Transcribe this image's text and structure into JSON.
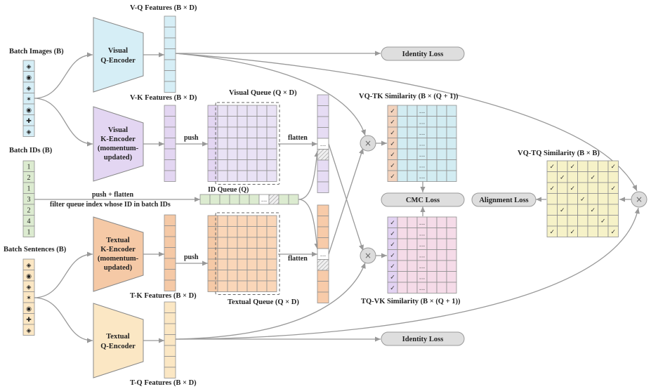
{
  "labels": {
    "vq_features": "V-Q Features (B × D)",
    "vk_features": "V-K Features (B × D)",
    "tk_features": "T-K Features (B × D)",
    "tq_features": "T-Q Features (B × D)",
    "batch_images": "Batch Images (B)",
    "batch_ids": "Batch IDs (B)",
    "batch_sentences": "Batch Sentences (B)",
    "visual_queue": "Visual Queue (Q × D)",
    "textual_queue": "Textual Queue (Q × D)",
    "id_queue": "ID Queue (Q)",
    "push_top": "push",
    "push_bottom": "push",
    "flatten_top": "flatten",
    "flatten_bottom": "flatten",
    "push_flatten": "push + flatten",
    "filter_text": "filter queue index whose ID in batch IDs",
    "vq_tk_similarity": "VQ-TK Similarity (B × (Q + 1))",
    "tq_vk_similarity": "TQ-VK Similarity (B × (Q + 1))",
    "vq_tq_similarity": "VQ-TQ Similarity (B × B)"
  },
  "encoders": {
    "visual_q": [
      "Visual",
      "Q-Encoder"
    ],
    "visual_k": [
      "Visual",
      "K-Encoder",
      "(momentum-",
      "updated)"
    ],
    "textual_k": [
      "Textual",
      "K-Encoder",
      "(momentum-",
      "updated)"
    ],
    "textual_q": [
      "Textual",
      "Q-Encoder"
    ]
  },
  "losses": {
    "identity_top": "Identity Loss",
    "identity_bottom": "Identity Loss",
    "cmc": "CMC Loss",
    "alignment": "Alignment Loss"
  },
  "batch_ids": [
    "1",
    "2",
    "1",
    "3",
    "2",
    "4",
    "1"
  ],
  "image_symbols": [
    "◈",
    "◉",
    "◈",
    "✶",
    "◉",
    "✚",
    "◈"
  ],
  "sentence_symbols": [
    "◈",
    "◉",
    "◈",
    "✶",
    "◉",
    "✚",
    "◈"
  ],
  "check": "✓",
  "ellipsis": "...",
  "multiply": "×",
  "colors": {
    "visual_q": "#d6eef6",
    "visual_k": "#e3d6f2",
    "textual_k": "#f5c9a6",
    "textual_q": "#fbe7c4",
    "id": "#dcebd0",
    "loss": "#dedede"
  }
}
